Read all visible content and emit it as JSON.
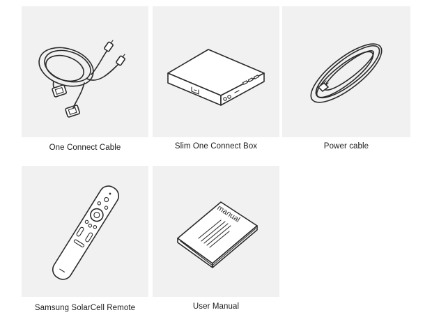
{
  "items": [
    {
      "id": "one-connect-cable",
      "label": "One Connect Cable",
      "icon": "one-connect-cable-icon"
    },
    {
      "id": "slim-one-connect-box",
      "label": "Slim One Connect Box",
      "icon": "one-connect-box-icon"
    },
    {
      "id": "power-cable",
      "label": "Power cable",
      "icon": "power-cable-icon"
    },
    {
      "id": "solarcell-remote",
      "label": "Samsung SolarCell Remote",
      "icon": "remote-control-icon"
    },
    {
      "id": "user-manual",
      "label": "User Manual",
      "icon": "manual-book-icon"
    }
  ],
  "manual_cover_text": "manual",
  "colors": {
    "tile_background": "#f1f1f1",
    "line": "#2a2a2a",
    "text": "#1b1b1b"
  }
}
